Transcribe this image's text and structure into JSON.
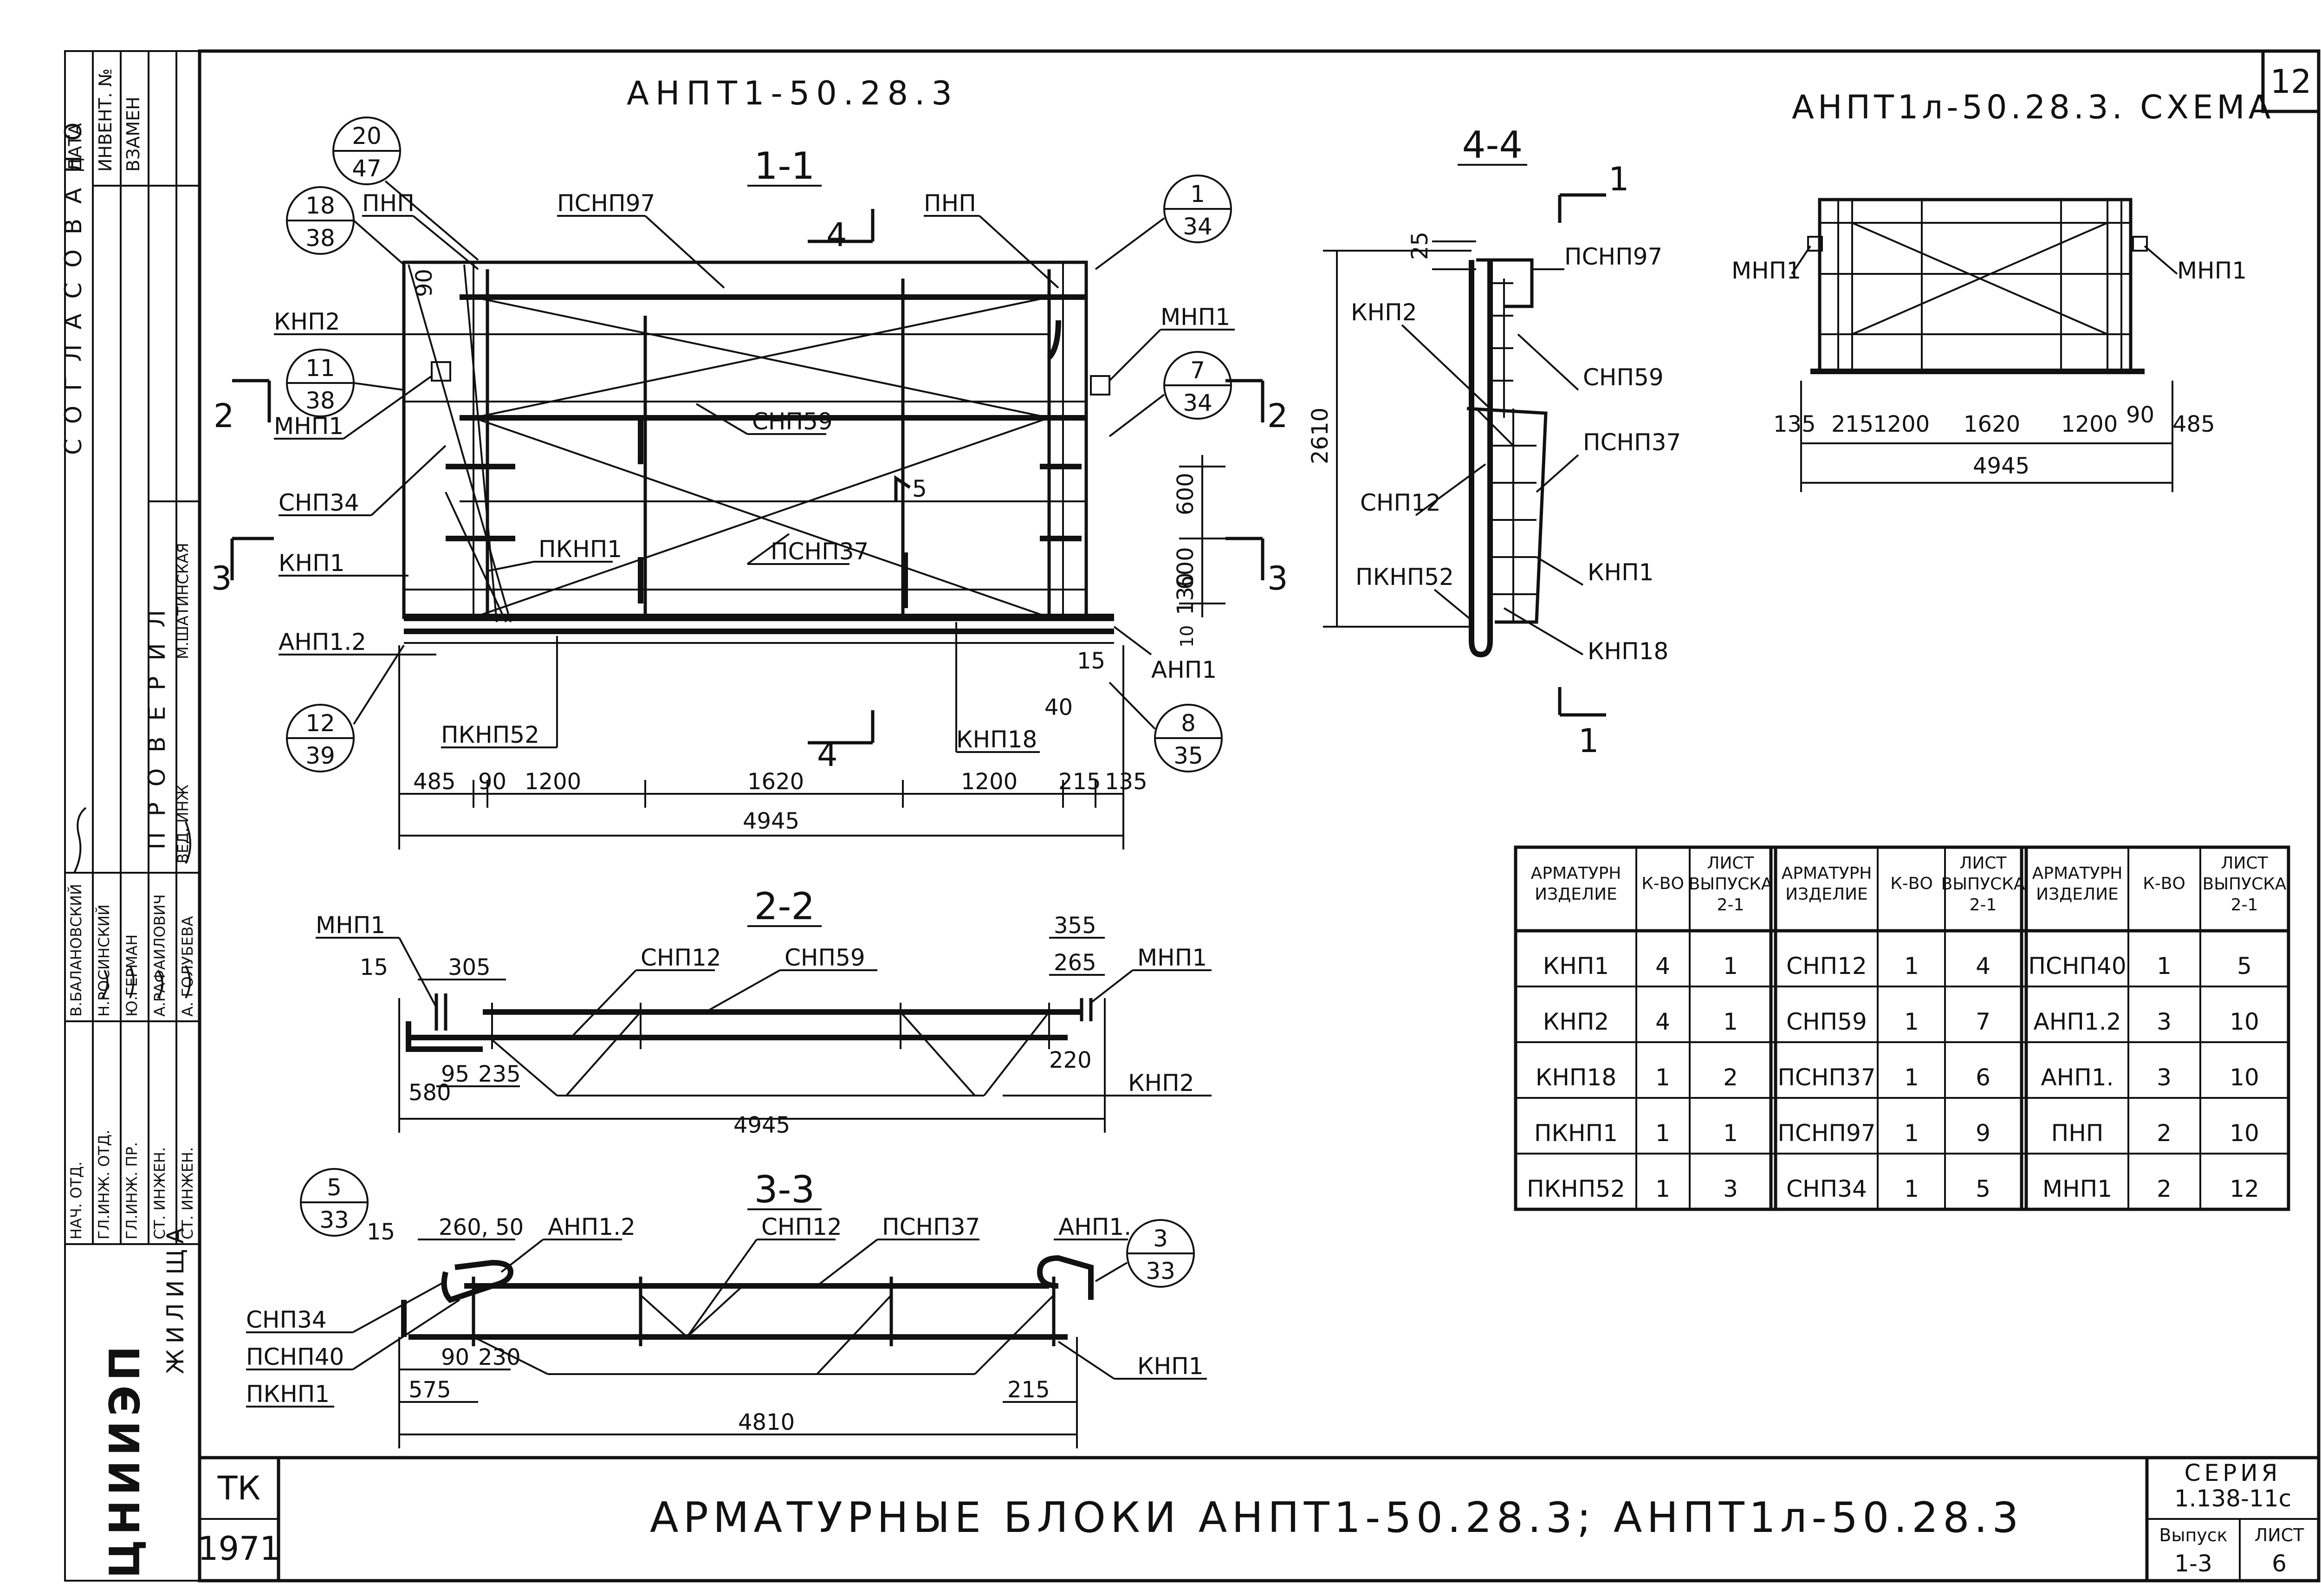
{
  "sheet_number": "12",
  "titles": {
    "main_label": "АНПТ1-50.28.3",
    "scheme_label": "АНПТ1л-50.28.3. СХЕМА",
    "bottom_title": "АРМАТУРНЫЕ БЛОКИ АНПТ1-50.28.3; АНПТ1л-50.28.3"
  },
  "stamp": {
    "series_label": "СЕРИЯ",
    "series_value": "1.138-11с",
    "issue_label": "Выпуск",
    "issue_value": "1-3",
    "sheet_label": "ЛИСТ",
    "sheet_value": "6",
    "org_tk": "ТК",
    "org_year": "1971",
    "org_logo": "ЦНИИЭП",
    "org_subtitle": "ЖИЛИЩА"
  },
  "left_margin": {
    "agreed": "СОГЛАСОВАНО",
    "date": "ДАТА",
    "inv": "ИНВЕНТ. №",
    "replace": "ВЗАМЕН",
    "checked": "ПРОВЕРИЛ",
    "roles": [
      "НАЧ. ОТД.",
      "ГЛ.ИНЖ. ОТД.",
      "ГЛ.ИНЖ. ПР.",
      "СТ. ИНЖЕН.",
      "СТ. ИНЖЕН."
    ],
    "names": [
      "В.БАЛАНОВСКИЙ",
      "Н.РОСИНСКИЙ",
      "Ю.ГЕРМАН",
      "А.РАФАИЛОВИЧ",
      "А. ГОЛУБЕВА"
    ],
    "lead": "ВЕД. ИНЖ",
    "lead_name": "М.ШАТИНСКАЯ"
  },
  "sections": {
    "s11": "1-1",
    "s22": "2-2",
    "s33": "3-3",
    "s44": "4-4",
    "cut4": "4",
    "cut2": "2",
    "cut3": "3",
    "cut1": "1",
    "cut5": "5"
  },
  "s11_labels": {
    "pnp": "ПНП",
    "pnp2": "ПНП",
    "psnp97": "ПСНП97",
    "knp2": "КНП2",
    "mnp1a": "МНП1",
    "mnp1b": "МНП1",
    "snp59": "СНП59",
    "snp34": "СНП34",
    "pknp1": "ПКНП1",
    "psnp37": "ПСНП37",
    "knp1": "КНП1",
    "anp12": "АНП1.2",
    "anp1": "АНП1",
    "pknp52": "ПКНП52",
    "knp18": "КНП18"
  },
  "s11_bubbles": [
    {
      "top": "20",
      "bot": "47"
    },
    {
      "top": "18",
      "bot": "38"
    },
    {
      "top": "11",
      "bot": "38"
    },
    {
      "top": "12",
      "bot": "39"
    },
    {
      "top": "1",
      "bot": "34"
    },
    {
      "top": "7",
      "bot": "34"
    },
    {
      "top": "8",
      "bot": "35"
    }
  ],
  "s11_dims": {
    "d90": "90",
    "d600a": "600",
    "d600b": "600",
    "d130": "130",
    "d10": "10",
    "d15": "15",
    "d40": "40",
    "b485": "485",
    "b90": "90",
    "b1200a": "1200",
    "b1620": "1620",
    "b1200b": "1200",
    "b215": "215",
    "b135": "135",
    "total": "4945"
  },
  "s44": {
    "d25": "25",
    "d2610": "2610",
    "psnp97": "ПСНП97",
    "knp2": "КНП2",
    "snp59": "СНП59",
    "psnp37": "ПСНП37",
    "snp12": "СНП12",
    "pknp52": "ПКНП52",
    "knp1": "КНП1",
    "knp18": "КНП18"
  },
  "scheme": {
    "mnp1l": "МНП1",
    "mnp1r": "МНП1",
    "dims": [
      "135",
      "2",
      "15",
      "1200",
      "1620",
      "1200",
      "90",
      "485"
    ],
    "total": "4945"
  },
  "s22": {
    "mnp1": "МНП1",
    "mnp1r": "МНП1",
    "snp12": "СНП12",
    "snp59": "СНП59",
    "knp2": "КНП2",
    "d15": "15",
    "d305": "305",
    "d95": "95",
    "d235": "235",
    "d580": "580",
    "d355": "355",
    "d265": "265",
    "d220": "220",
    "total": "4945"
  },
  "s33": {
    "bubble_l_top": "5",
    "bubble_l_bot": "33",
    "bubble_r_top": "3",
    "bubble_r_bot": "33",
    "d15": "15",
    "d26050": "260, 50",
    "anp12": "АНП1.2",
    "snp12": "СНП12",
    "psnp37": "ПСНП37",
    "anp1": "АНП1.",
    "snp34": "СНП34",
    "psnp40": "ПСНП40",
    "pknp1": "ПКНП1",
    "knp1": "КНП1",
    "d90": "90",
    "d230": "230",
    "d575": "575",
    "d215": "215",
    "total": "4810"
  },
  "table": {
    "headers": [
      "АРМАТУРН ИЗДЕЛИЕ",
      "К-ВО",
      "ЛИСТ ВЫПУСКА 2-1",
      "АРМАТУРН ИЗДЕЛИЕ",
      "К-ВО",
      "ЛИСТ ВЫПУСКА 2-1",
      "АРМАТУРН ИЗДЕЛИЕ",
      "К-ВО",
      "ЛИСТ ВЫПУСКА 2-1"
    ],
    "rows": [
      [
        "КНП1",
        "4",
        "1",
        "СНП12",
        "1",
        "4",
        "ПСНП40",
        "1",
        "5"
      ],
      [
        "КНП2",
        "4",
        "1",
        "СНП59",
        "1",
        "7",
        "АНП1.2",
        "3",
        "10"
      ],
      [
        "КНП18",
        "1",
        "2",
        "ПСНП37",
        "1",
        "6",
        "АНП1.",
        "3",
        "10"
      ],
      [
        "ПКНП1",
        "1",
        "1",
        "ПСНП97",
        "1",
        "9",
        "ПНП",
        "2",
        "10"
      ],
      [
        "ПКНП52",
        "1",
        "3",
        "СНП34",
        "1",
        "5",
        "МНП1",
        "2",
        "12"
      ]
    ]
  }
}
